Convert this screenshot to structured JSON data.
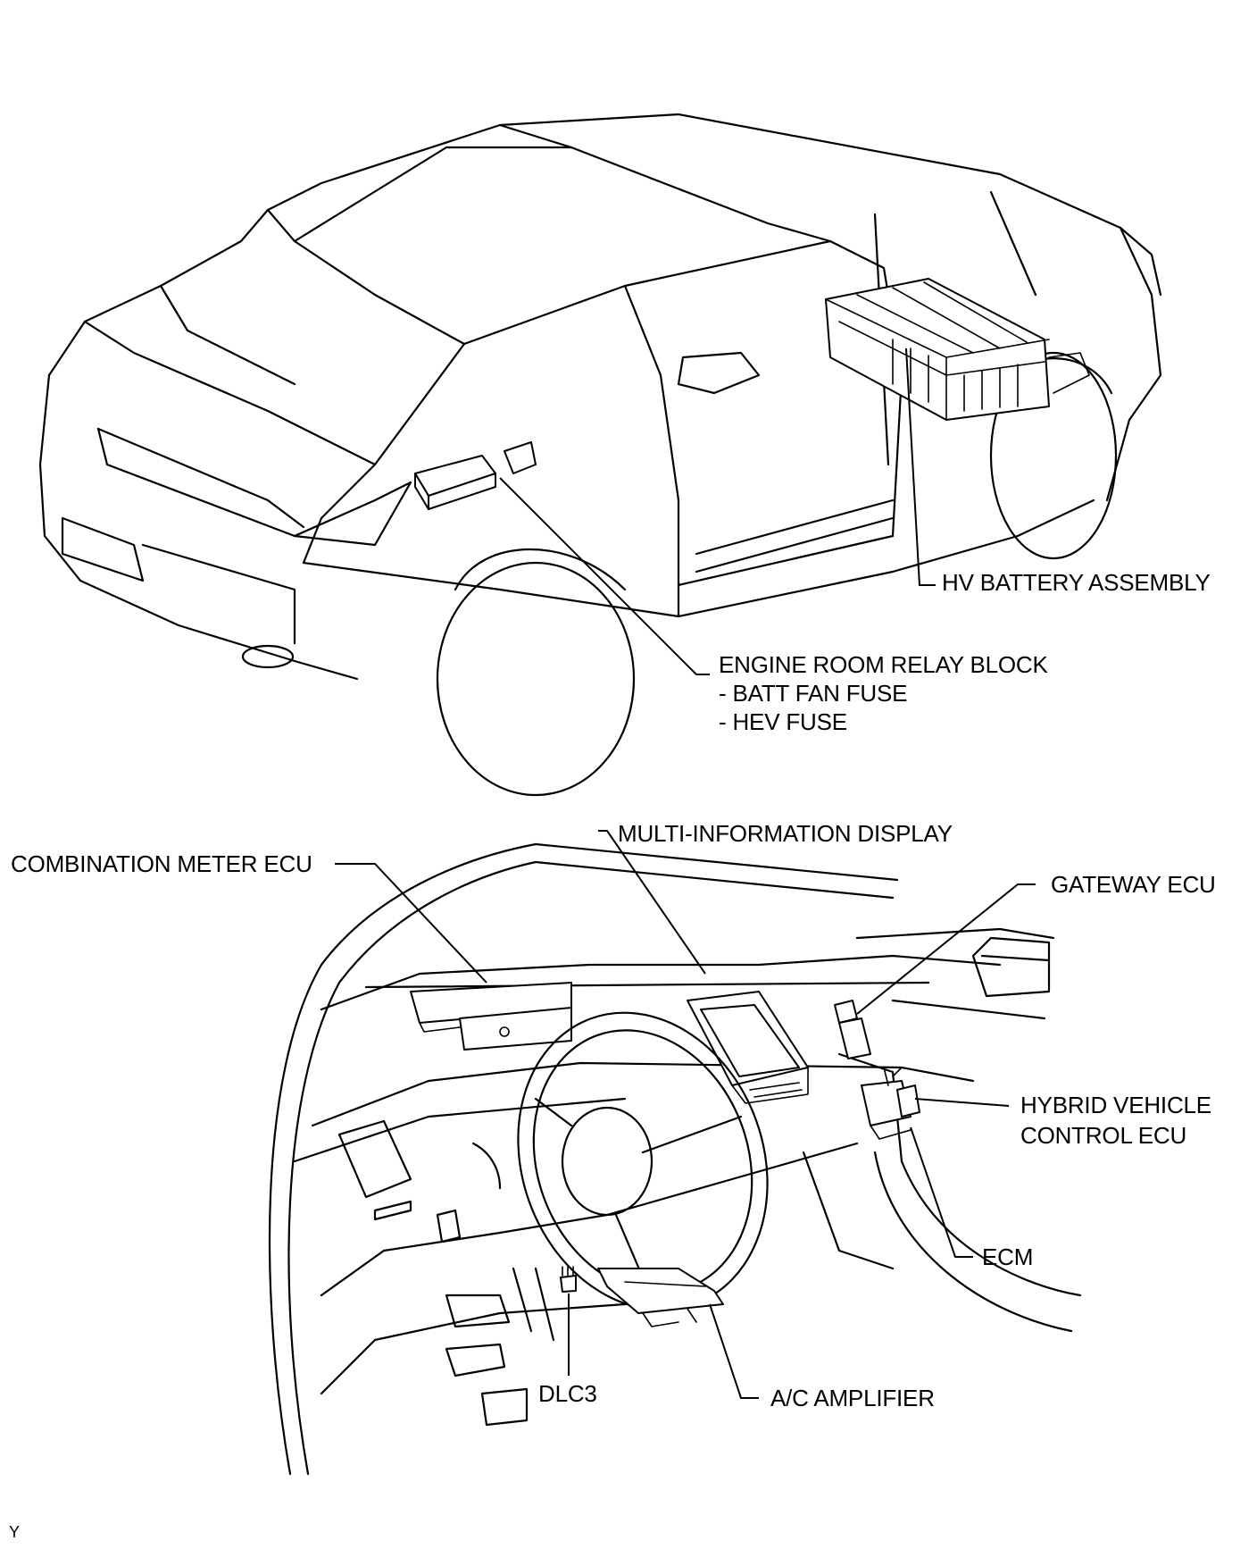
{
  "labels": {
    "hv_battery": "HV BATTERY ASSEMBLY",
    "engine_room_relay": "ENGINE ROOM RELAY BLOCK",
    "batt_fan_fuse": "- BATT FAN FUSE",
    "hev_fuse": "- HEV FUSE",
    "multi_info_display": "MULTI-INFORMATION DISPLAY",
    "combination_meter": "COMBINATION METER ECU",
    "gateway_ecu": "GATEWAY ECU",
    "hybrid_ecu_line1": "HYBRID VEHICLE",
    "hybrid_ecu_line2": "CONTROL ECU",
    "ecm": "ECM",
    "dlc3": "DLC3",
    "ac_amplifier": "A/C AMPLIFIER",
    "corner_mark": "Y"
  }
}
